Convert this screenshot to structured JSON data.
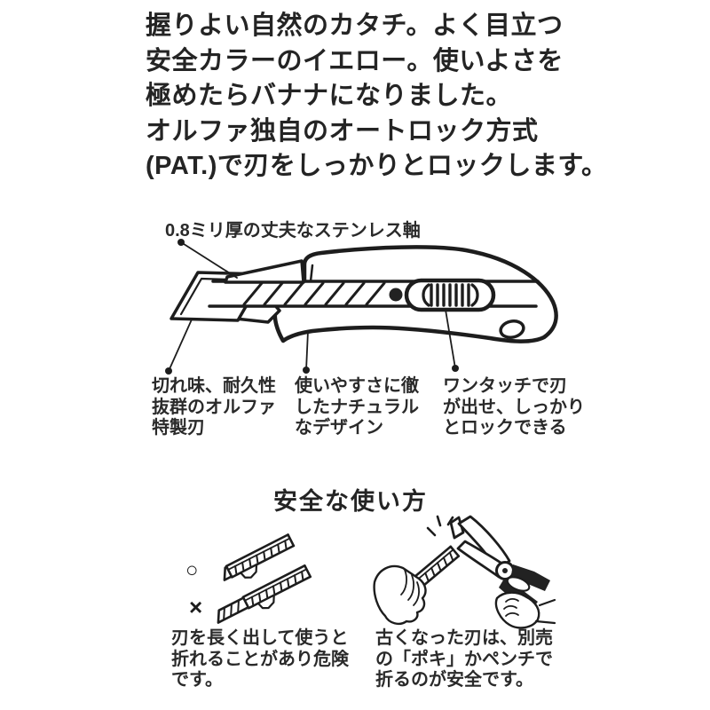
{
  "page": {
    "background": "#ffffff",
    "ink_color": "#1d1d1d",
    "text_color": "#262626"
  },
  "intro": {
    "lines": [
      "握りよい自然のカタチ。よく目立つ",
      "安全カラーのイエロー。使いよさを",
      "極めたらバナナになりました。",
      "オルファ独自のオートロック方式",
      "(PAT.)で刃をしっかりとロックします。"
    ]
  },
  "diagram": {
    "top_label": "0.8ミリ厚の丈夫なステンレス軸",
    "callouts": [
      {
        "lines": [
          "切れ味、耐久性",
          "抜群のオルファ",
          "特製刃"
        ]
      },
      {
        "lines": [
          "使いやすさに徹",
          "したナチュラル",
          "なデザイン"
        ]
      },
      {
        "lines": [
          "ワンタッチで刃",
          "が出せ、しっかり",
          "とロックできる"
        ]
      }
    ]
  },
  "safety": {
    "heading": "安全な使い方",
    "good_mark": "○",
    "bad_mark": "×",
    "notes": [
      {
        "lines": [
          "刃を長く出して使うと",
          "折れることがあり危険",
          "です。"
        ]
      },
      {
        "lines": [
          "古くなった刃は、別売",
          "の「ポキ」かペンチで",
          "折るのが安全です。"
        ]
      }
    ]
  }
}
